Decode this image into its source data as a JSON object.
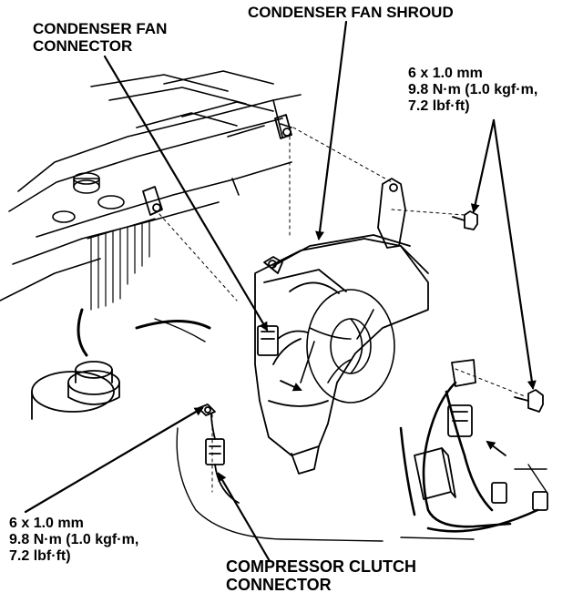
{
  "labels": {
    "condenser_fan_shroud": "CONDENSER FAN SHROUD",
    "condenser_fan_connector": [
      "CONDENSER FAN",
      "CONNECTOR"
    ],
    "bolt_spec_top": [
      "6 x 1.0 mm",
      "9.8 N·m (1.0 kgf·m,",
      "7.2 lbf·ft)"
    ],
    "bolt_spec_bottom": [
      "6 x 1.0 mm",
      "9.8 N·m (1.0 kgf·m,",
      "7.2 lbf·ft)"
    ],
    "compressor_clutch_connector": [
      "COMPRESSOR CLUTCH",
      "CONNECTOR"
    ]
  },
  "colors": {
    "line": "#000000",
    "background": "#ffffff"
  }
}
